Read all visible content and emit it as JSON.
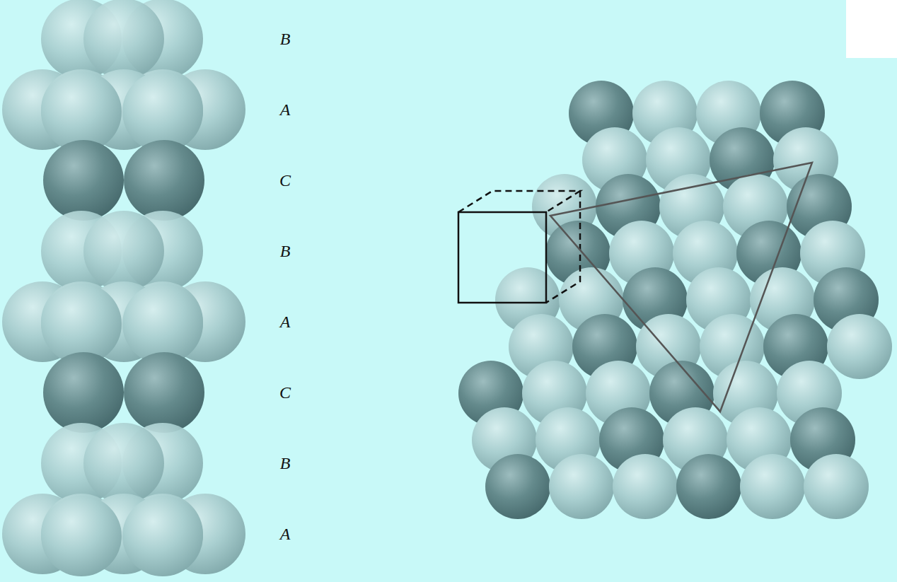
{
  "diagram": {
    "labels": [
      "B",
      "A",
      "C",
      "B",
      "A",
      "C",
      "B",
      "A"
    ]
  }
}
